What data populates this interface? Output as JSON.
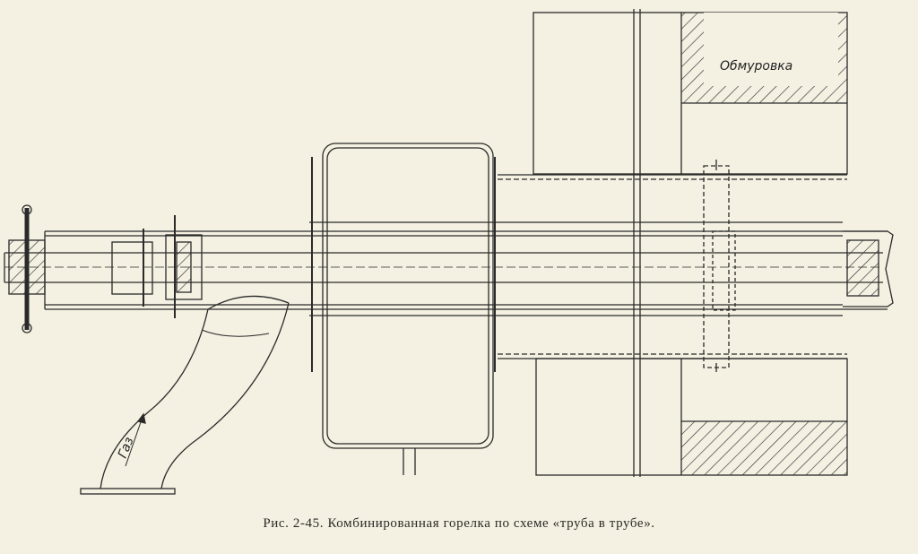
{
  "figure": {
    "caption": "Рис. 2-45. Комбинированная горелка по схеме «труба в трубе».",
    "labels": {
      "wall": "Обмуровка",
      "gas": "Газ"
    }
  },
  "colors": {
    "paper": "#f4f0e2",
    "ink": "#2a2a2a"
  }
}
